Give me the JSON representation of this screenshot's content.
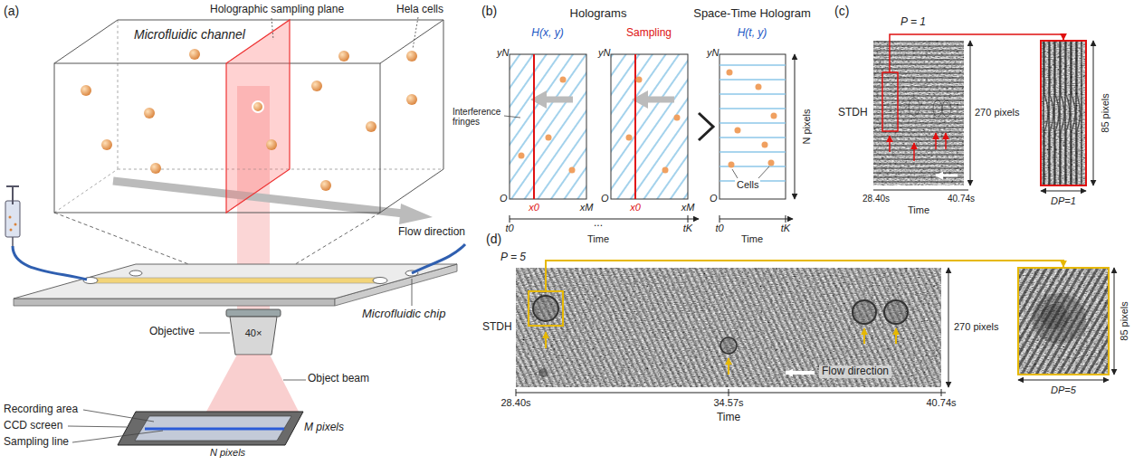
{
  "diagram": {
    "labels": [
      "(a)",
      "Microfluidic channel",
      "Holographic sampling plane",
      "Hela cells",
      "Flow direction",
      "Microfluidic chip",
      "Objective",
      "40×",
      "Object beam",
      "M pixels",
      "Recording area",
      "CCD screen",
      "Sampling line",
      "N pixels",
      "(b)",
      "Holograms",
      "H(x, y)",
      "Sampling",
      "Space-Time Hologram",
      "H(t, y)",
      "yN",
      "O",
      "x0",
      "xM",
      "yN",
      "O",
      "x0",
      "xM",
      "Interference fringes",
      "t0",
      "...",
      "tK",
      "Time",
      "yN",
      "O",
      "N pixels",
      "Cells",
      "t0",
      "Time",
      "tK",
      "(c)",
      "P = 1",
      "STDH",
      "270 pixels",
      "28.40s",
      "Time",
      "40.74s",
      "85 pixels",
      "DP=1",
      "(d)",
      "P = 5",
      "STDH",
      "270 pixels",
      "Flow direction",
      "28.40s",
      "34.57s",
      "40.74s",
      "Time",
      "85 pixels",
      "DP=5"
    ]
  }
}
